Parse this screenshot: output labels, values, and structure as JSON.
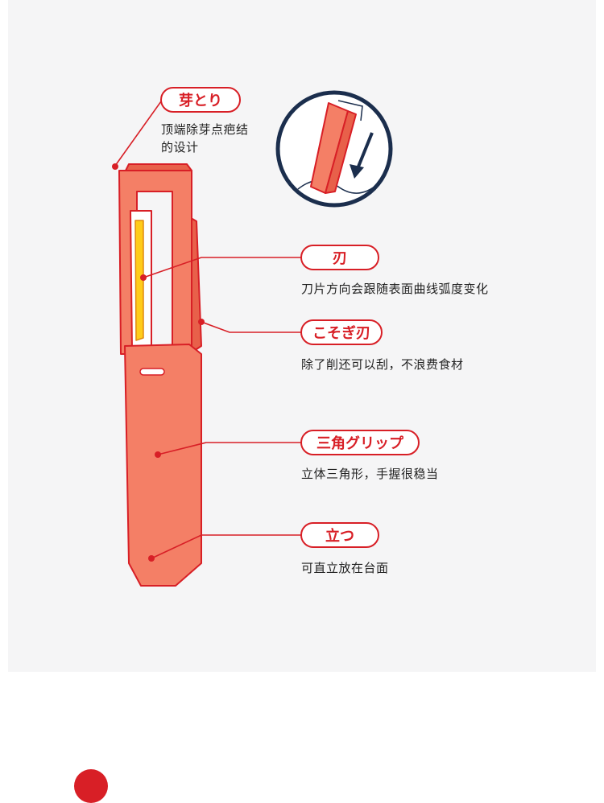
{
  "callouts": [
    {
      "tag": "芽とり",
      "desc_lines": [
        "顶端除芽点疤结",
        "的设计"
      ]
    },
    {
      "tag": "刃",
      "desc_lines": [
        "刀片方向会跟随表面曲线弧度变化"
      ]
    },
    {
      "tag": "こそぎ刃",
      "desc_lines": [
        "除了削还可以刮，不浪费食材"
      ]
    },
    {
      "tag": "三角グリップ",
      "desc_lines": [
        "立体三角形，手握很稳当"
      ]
    },
    {
      "tag": "立つ",
      "desc_lines": [
        "可直立放在台面"
      ]
    }
  ],
  "colors": {
    "accent": "#d81f26",
    "tool_body": "#f47f66",
    "tool_dark": "#e8604a",
    "blade_yellow": "#ffcc1a",
    "navy": "#1b2e4d"
  }
}
